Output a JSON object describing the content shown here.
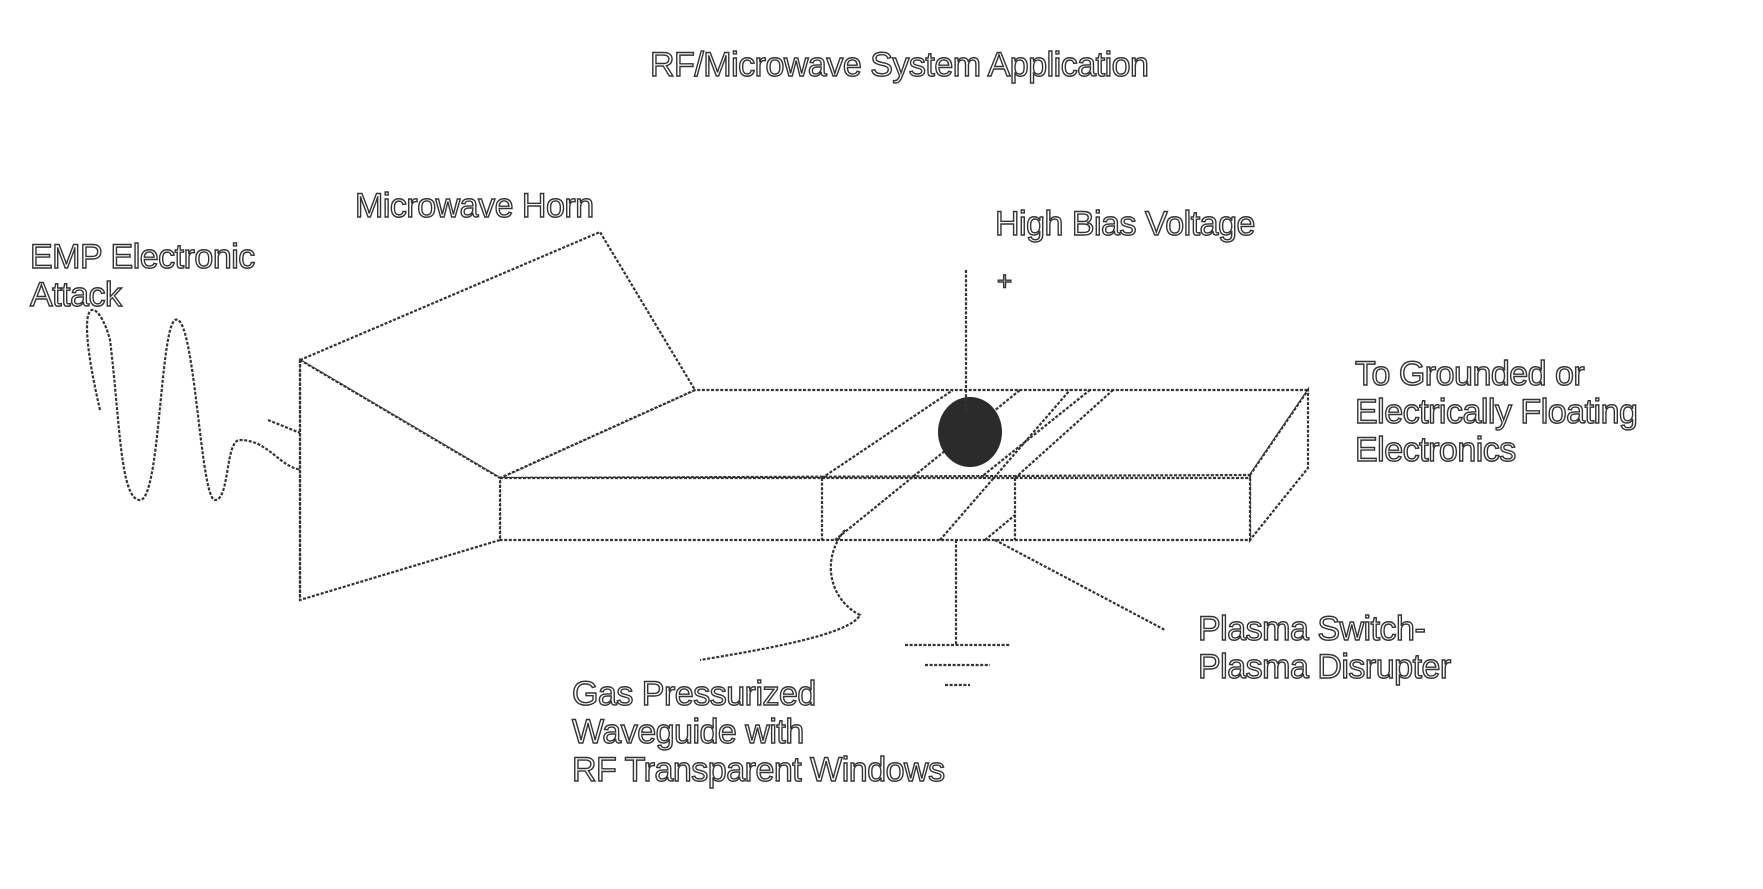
{
  "title": "RF/Microwave System Application",
  "labels": {
    "microwave_horn": "Microwave Horn",
    "emp_attack": [
      "EMP Electronic",
      "Attack"
    ],
    "high_bias_voltage": "High Bias Voltage",
    "plus_sign": "+",
    "grounded_electronics": [
      "To Grounded or",
      "Electrically Floating",
      "Electronics"
    ],
    "gas_waveguide": [
      "Gas Pressurized",
      "Waveguide with",
      "RF Transparent Windows"
    ],
    "plasma_switch": [
      "Plasma Switch-",
      "Plasma Disrupter"
    ]
  },
  "colors": {
    "stroke": "#333333",
    "plasma_spot": "#2b2b2b",
    "background": "#ffffff"
  }
}
